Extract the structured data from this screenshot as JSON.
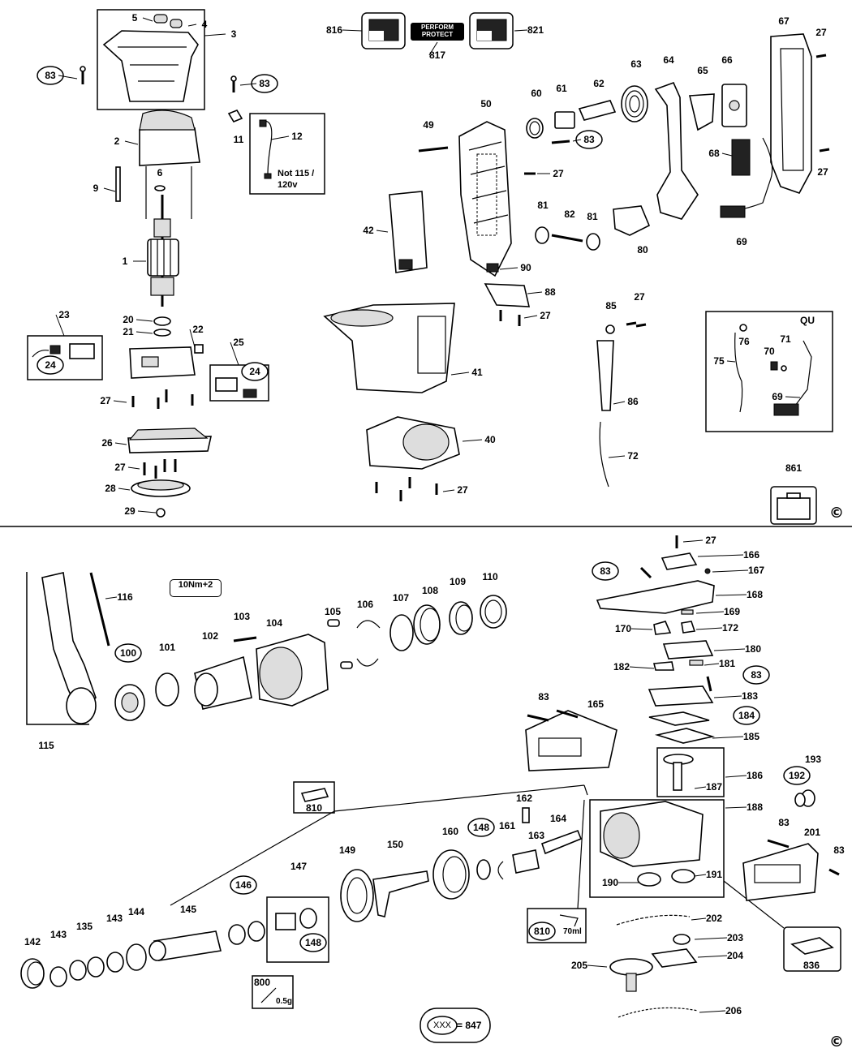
{
  "logos": {
    "brand_line1": "PERFORM",
    "brand_line2": "PROTECT"
  },
  "symbols": {
    "copyright_top": "©",
    "copyright_bottom": "©"
  },
  "notes": {
    "not_line1": "Not 115 /",
    "not_line2": "120v",
    "torque": "10Nm+2",
    "grease_ml": "70ml",
    "grease_g": "0.5g",
    "qu": "QU",
    "xxx": "XXX",
    "equals_847": "= 847"
  },
  "labels_top": [
    {
      "id": "l5",
      "t": "5"
    },
    {
      "id": "l4",
      "t": "4"
    },
    {
      "id": "l3",
      "t": "3"
    },
    {
      "id": "l83a",
      "t": "83"
    },
    {
      "id": "l83b",
      "t": "83"
    },
    {
      "id": "l2",
      "t": "2"
    },
    {
      "id": "l11",
      "t": "11"
    },
    {
      "id": "l12",
      "t": "12"
    },
    {
      "id": "l9",
      "t": "9"
    },
    {
      "id": "l6",
      "t": "6"
    },
    {
      "id": "l1",
      "t": "1"
    },
    {
      "id": "l20",
      "t": "20"
    },
    {
      "id": "l21",
      "t": "21"
    },
    {
      "id": "l22",
      "t": "22"
    },
    {
      "id": "l23",
      "t": "23"
    },
    {
      "id": "l24a",
      "t": "24"
    },
    {
      "id": "l25",
      "t": "25"
    },
    {
      "id": "l24b",
      "t": "24"
    },
    {
      "id": "l27a",
      "t": "27"
    },
    {
      "id": "l26",
      "t": "26"
    },
    {
      "id": "l27b",
      "t": "27"
    },
    {
      "id": "l28",
      "t": "28"
    },
    {
      "id": "l29",
      "t": "29"
    },
    {
      "id": "l816",
      "t": "816"
    },
    {
      "id": "l817",
      "t": "817"
    },
    {
      "id": "l821",
      "t": "821"
    },
    {
      "id": "l49",
      "t": "49"
    },
    {
      "id": "l50",
      "t": "50"
    },
    {
      "id": "l60",
      "t": "60"
    },
    {
      "id": "l61",
      "t": "61"
    },
    {
      "id": "l62",
      "t": "62"
    },
    {
      "id": "l63",
      "t": "63"
    },
    {
      "id": "l64",
      "t": "64"
    },
    {
      "id": "l65",
      "t": "65"
    },
    {
      "id": "l66",
      "t": "66"
    },
    {
      "id": "l67",
      "t": "67"
    },
    {
      "id": "l27c",
      "t": "27"
    },
    {
      "id": "l83c",
      "t": "83"
    },
    {
      "id": "l27d",
      "t": "27"
    },
    {
      "id": "l68",
      "t": "68"
    },
    {
      "id": "l27e",
      "t": "27"
    },
    {
      "id": "l42",
      "t": "42"
    },
    {
      "id": "l81a",
      "t": "81"
    },
    {
      "id": "l82",
      "t": "82"
    },
    {
      "id": "l81b",
      "t": "81"
    },
    {
      "id": "l80",
      "t": "80"
    },
    {
      "id": "l69a",
      "t": "69"
    },
    {
      "id": "l90",
      "t": "90"
    },
    {
      "id": "l88",
      "t": "88"
    },
    {
      "id": "l27f",
      "t": "27"
    },
    {
      "id": "l85",
      "t": "85"
    },
    {
      "id": "l27g",
      "t": "27"
    },
    {
      "id": "l41",
      "t": "41"
    },
    {
      "id": "l86",
      "t": "86"
    },
    {
      "id": "l76",
      "t": "76"
    },
    {
      "id": "l71",
      "t": "71"
    },
    {
      "id": "l75",
      "t": "75"
    },
    {
      "id": "l70",
      "t": "70"
    },
    {
      "id": "l69b",
      "t": "69"
    },
    {
      "id": "l40",
      "t": "40"
    },
    {
      "id": "l72",
      "t": "72"
    },
    {
      "id": "l27h",
      "t": "27"
    },
    {
      "id": "l861",
      "t": "861"
    }
  ],
  "labels_bottom": [
    {
      "id": "b116",
      "t": "116"
    },
    {
      "id": "b115",
      "t": "115"
    },
    {
      "id": "b100",
      "t": "100"
    },
    {
      "id": "b101",
      "t": "101"
    },
    {
      "id": "b102",
      "t": "102"
    },
    {
      "id": "b103",
      "t": "103"
    },
    {
      "id": "b104",
      "t": "104"
    },
    {
      "id": "b105",
      "t": "105"
    },
    {
      "id": "b106",
      "t": "106"
    },
    {
      "id": "b107",
      "t": "107"
    },
    {
      "id": "b108",
      "t": "108"
    },
    {
      "id": "b109",
      "t": "109"
    },
    {
      "id": "b110",
      "t": "110"
    },
    {
      "id": "b27",
      "t": "27"
    },
    {
      "id": "b166",
      "t": "166"
    },
    {
      "id": "b83a",
      "t": "83"
    },
    {
      "id": "b167",
      "t": "167"
    },
    {
      "id": "b168",
      "t": "168"
    },
    {
      "id": "b169",
      "t": "169"
    },
    {
      "id": "b170",
      "t": "170"
    },
    {
      "id": "b172",
      "t": "172"
    },
    {
      "id": "b180",
      "t": "180"
    },
    {
      "id": "b182",
      "t": "182"
    },
    {
      "id": "b181",
      "t": "181"
    },
    {
      "id": "b83b",
      "t": "83"
    },
    {
      "id": "b183",
      "t": "183"
    },
    {
      "id": "b184",
      "t": "184"
    },
    {
      "id": "b185",
      "t": "185"
    },
    {
      "id": "b83c",
      "t": "83"
    },
    {
      "id": "b165",
      "t": "165"
    },
    {
      "id": "b186",
      "t": "186"
    },
    {
      "id": "b187",
      "t": "187"
    },
    {
      "id": "b193",
      "t": "193"
    },
    {
      "id": "b192",
      "t": "192"
    },
    {
      "id": "b810a",
      "t": "810"
    },
    {
      "id": "b162",
      "t": "162"
    },
    {
      "id": "b164",
      "t": "164"
    },
    {
      "id": "b188",
      "t": "188"
    },
    {
      "id": "b83d",
      "t": "83"
    },
    {
      "id": "b201",
      "t": "201"
    },
    {
      "id": "b83e",
      "t": "83"
    },
    {
      "id": "b149",
      "t": "149"
    },
    {
      "id": "b150",
      "t": "150"
    },
    {
      "id": "b160",
      "t": "160"
    },
    {
      "id": "b148a",
      "t": "148"
    },
    {
      "id": "b161",
      "t": "161"
    },
    {
      "id": "b163",
      "t": "163"
    },
    {
      "id": "b147",
      "t": "147"
    },
    {
      "id": "b146",
      "t": "146"
    },
    {
      "id": "b190",
      "t": "190"
    },
    {
      "id": "b191",
      "t": "191"
    },
    {
      "id": "b145",
      "t": "145"
    },
    {
      "id": "b810b",
      "t": "810"
    },
    {
      "id": "b148b",
      "t": "148"
    },
    {
      "id": "b202",
      "t": "202"
    },
    {
      "id": "b142",
      "t": "142"
    },
    {
      "id": "b143a",
      "t": "143"
    },
    {
      "id": "b135",
      "t": "135"
    },
    {
      "id": "b143b",
      "t": "143"
    },
    {
      "id": "b144",
      "t": "144"
    },
    {
      "id": "b203",
      "t": "203"
    },
    {
      "id": "b204",
      "t": "204"
    },
    {
      "id": "b836",
      "t": "836"
    },
    {
      "id": "b205",
      "t": "205"
    },
    {
      "id": "b800",
      "t": "800"
    },
    {
      "id": "b206",
      "t": "206"
    }
  ]
}
